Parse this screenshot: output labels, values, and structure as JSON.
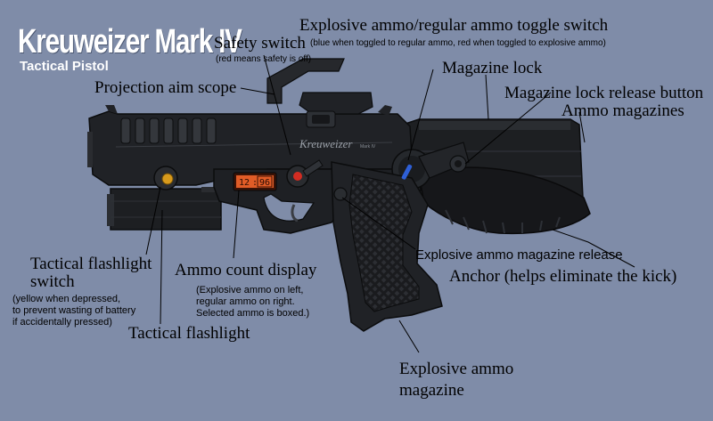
{
  "title": "Kreuweizer Mark IV",
  "subtitle": "Tactical Pistol",
  "brand_engraving": "Kreuweizer",
  "brand_model": "Mark IV",
  "lcd": {
    "left": "12",
    "right": "96"
  },
  "colors": {
    "background": "#7f8ca8",
    "gun_body": "#1c1e21",
    "lcd_glow": "#ff6a2e",
    "flashlight_button": "#d79a1c",
    "safety_button": "#d22c22",
    "toggle_switch": "#2e5fd6"
  },
  "labels": {
    "toggle_switch": "Explosive ammo/regular ammo toggle switch",
    "toggle_switch_note": "(blue when toggled to regular ammo, red when toggled to explosive ammo)",
    "safety_switch": "Safety switch",
    "safety_switch_note": "(red means safety is off)",
    "projection_scope": "Projection aim scope",
    "magazine_lock": "Magazine lock",
    "magazine_lock_release": "Magazine lock release button",
    "ammo_magazines": "Ammo magazines",
    "explosive_release": "Explosive ammo magazine release",
    "anchor": "Anchor (helps eliminate the kick)",
    "flashlight_switch_1": "Tactical flashlight",
    "flashlight_switch_2": "switch",
    "flashlight_switch_note_1": "(yellow when depressed,",
    "flashlight_switch_note_2": "to prevent wasting of battery",
    "flashlight_switch_note_3": "if accidentally pressed)",
    "ammo_count": "Ammo count display",
    "ammo_count_note_1": "(Explosive ammo on left,",
    "ammo_count_note_2": "regular ammo on right.",
    "ammo_count_note_3": "Selected ammo is boxed.)",
    "tactical_flashlight": "Tactical flashlight",
    "explosive_mag_1": "Explosive ammo",
    "explosive_mag_2": "magazine"
  }
}
